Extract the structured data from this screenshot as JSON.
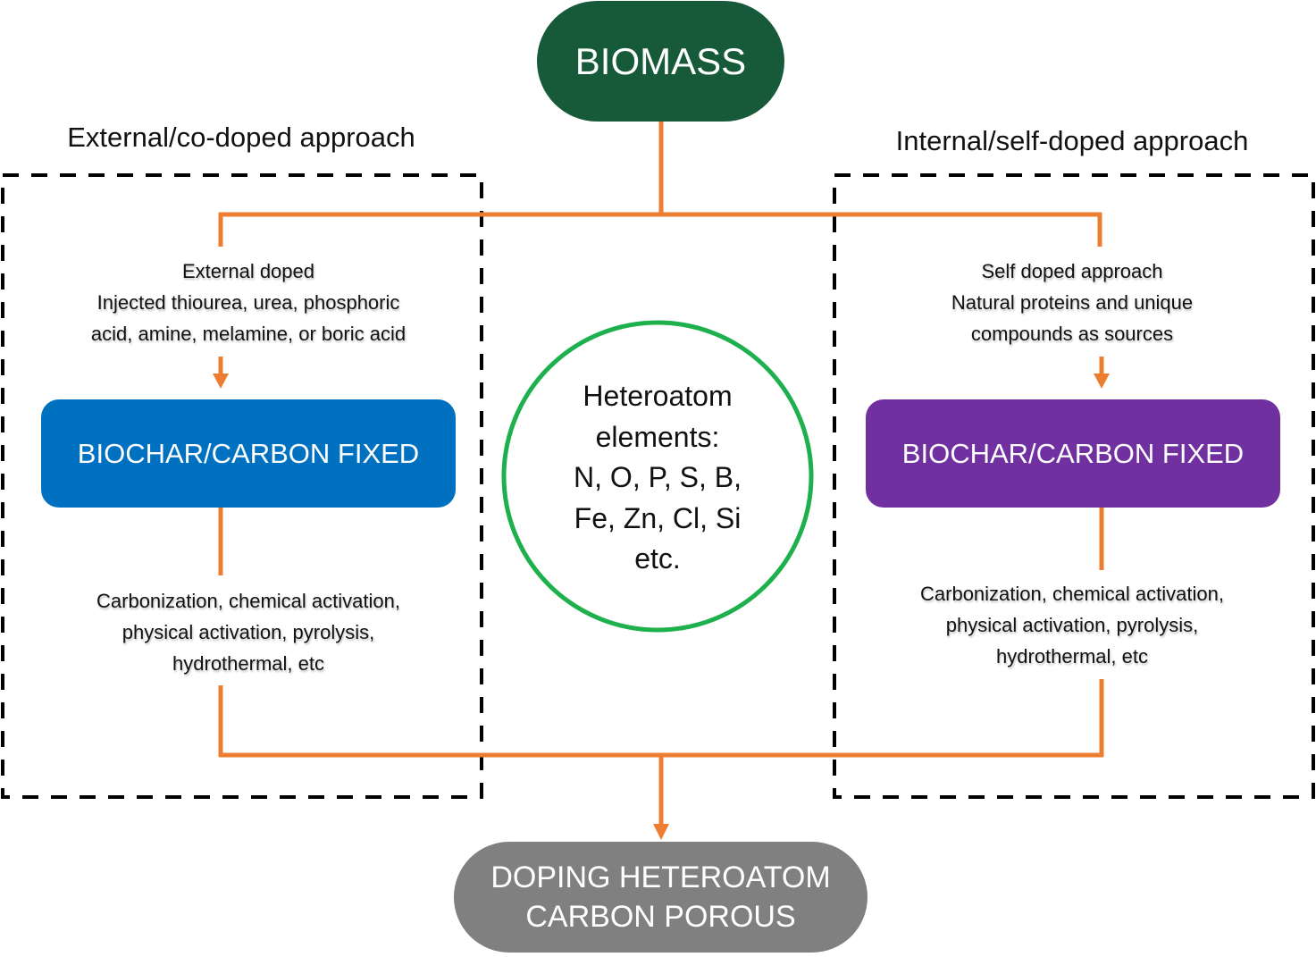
{
  "diagram": {
    "colors": {
      "connector": "#ed7d31",
      "biomass_fill": "#165a3a",
      "external_box_fill": "#0070c0",
      "internal_box_fill": "#7030a0",
      "product_fill": "#808080",
      "heteroatom_circle_stroke": "#1db04d",
      "dashed_border": "#000000"
    },
    "source_node": {
      "label": "BIOMASS"
    },
    "external_approach": {
      "title": "External/co-doped approach",
      "input_description": [
        "External doped",
        "Injected thiourea, urea, phosphoric",
        "acid, amine, melamine, or boric acid"
      ],
      "box_label": "BIOCHAR/CARBON FIXED",
      "process_description": [
        "Carbonization, chemical activation,",
        "physical activation, pyrolysis,",
        "hydrothermal, etc"
      ]
    },
    "internal_approach": {
      "title": "Internal/self-doped approach",
      "input_description": [
        "Self doped approach",
        "Natural proteins and unique",
        "compounds as sources"
      ],
      "box_label": "BIOCHAR/CARBON FIXED",
      "process_description": [
        "Carbonization, chemical activation,",
        "physical activation, pyrolysis,",
        "hydrothermal, etc"
      ]
    },
    "heteroatom_circle": {
      "lines": [
        "Heteroatom",
        "elements:",
        "N, O, P, S, B,",
        "Fe, Zn, Cl, Si",
        "etc."
      ]
    },
    "product_node": {
      "lines": [
        "DOPING HETEROATOM",
        "CARBON POROUS"
      ]
    }
  }
}
